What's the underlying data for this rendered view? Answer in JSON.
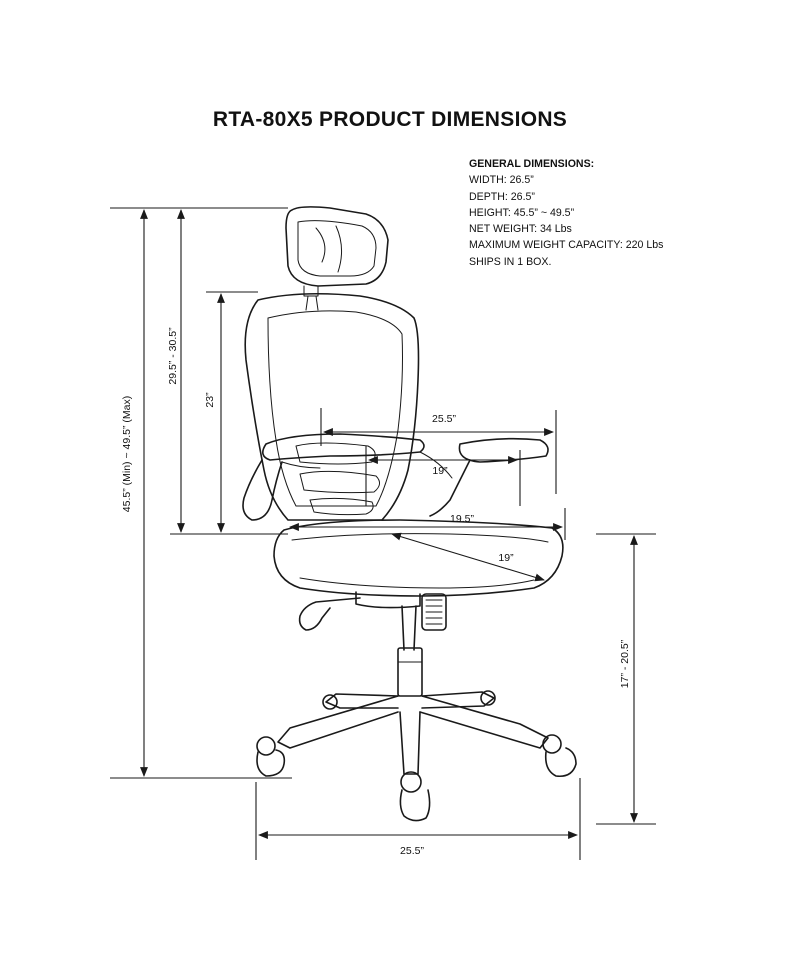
{
  "title": "RTA-80X5 PRODUCT DIMENSIONS",
  "general_dimensions": {
    "heading": "GENERAL DIMENSIONS:",
    "lines": [
      "WIDTH: 26.5”",
      "DEPTH: 26.5”",
      "HEIGHT: 45.5” ~ 49.5”",
      "NET WEIGHT: 34 Lbs",
      "MAXIMUM WEIGHT CAPACITY: 220 Lbs",
      "SHIPS IN 1 BOX."
    ]
  },
  "dimension_labels": {
    "overall_height": "45.5” (Min) ~ 49.5” (Max)",
    "back_height": "29.5” - 30.5”",
    "backrest_height": "23”",
    "arm_width": "25.5”",
    "inner_width": "19”",
    "seat_width": "19.5”",
    "seat_depth": "19”",
    "seat_height": "17” - 20.5”",
    "base_width": "25.5”"
  }
}
